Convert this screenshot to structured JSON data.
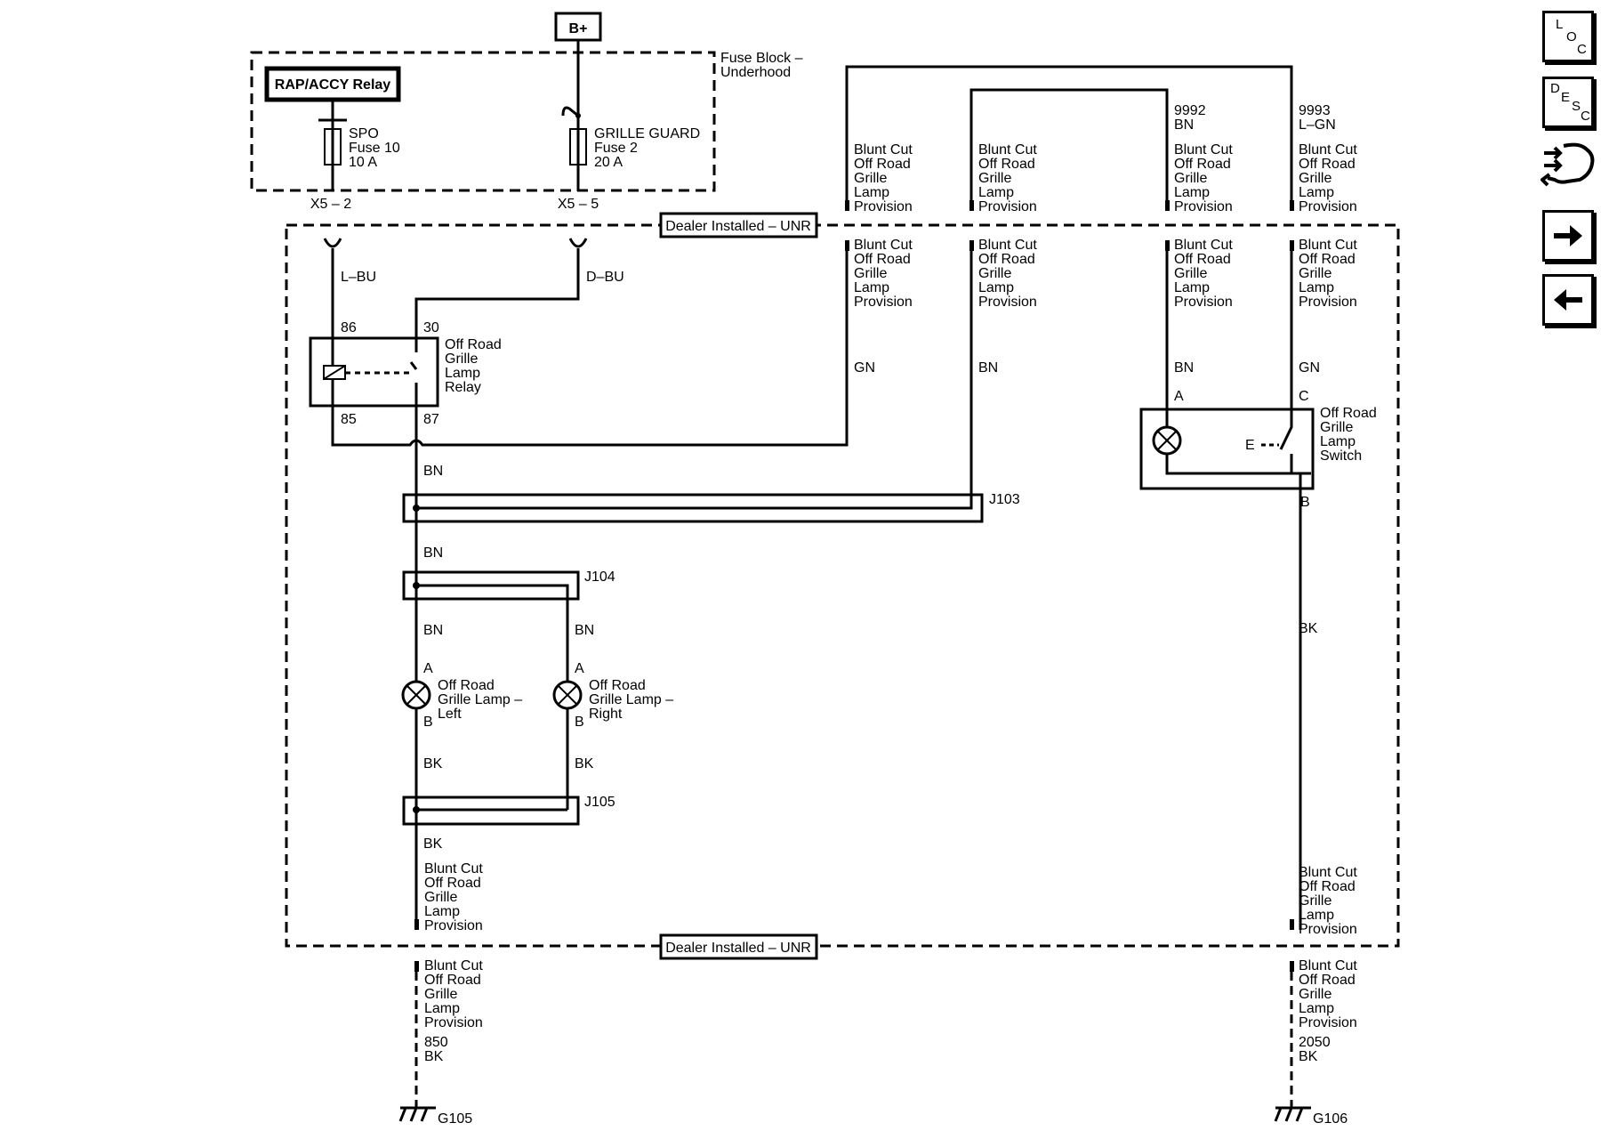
{
  "power": {
    "label": "B+"
  },
  "fuse_block": {
    "line1": "Fuse Block –",
    "line2": "Underhood"
  },
  "relay_rap": {
    "label": "RAP/ACCY Relay"
  },
  "fuse_spo": {
    "l1": "SPO",
    "l2": "Fuse 10",
    "l3": "10 A"
  },
  "fuse_grille": {
    "l1": "GRILLE GUARD",
    "l2": "Fuse 2",
    "l3": "20 A"
  },
  "conn_x5_2": "X5 – 2",
  "conn_x5_5": "X5 – 5",
  "dealer_installed": "Dealer Installed – UNR",
  "blunt_cut": {
    "l1": "Blunt Cut",
    "l2": "Off Road",
    "l3": "Grille",
    "l4": "Lamp",
    "l5": "Provision"
  },
  "circuits": {
    "c9992": "9992",
    "c9993": "9993",
    "c850": "850",
    "c2050": "2050"
  },
  "wire_colors": {
    "lbu": "L–BU",
    "dbu": "D–BU",
    "gn": "GN",
    "bn": "BN",
    "bk": "BK",
    "lgn": "L–GN"
  },
  "relay": {
    "p86": "86",
    "p30": "30",
    "p85": "85",
    "p87": "87",
    "l1": "Off Road",
    "l2": "Grille",
    "l3": "Lamp",
    "l4": "Relay"
  },
  "switch": {
    "pinA": "A",
    "pinB": "B",
    "pinC": "C",
    "l1": "Off Road",
    "l2": "Grille",
    "l3": "Lamp",
    "l4": "Switch"
  },
  "splices": {
    "j103": "J103",
    "j104": "J104",
    "j105": "J105"
  },
  "lamp_left": {
    "pinA": "A",
    "pinB": "B",
    "l1": "Off Road",
    "l2": "Grille Lamp –",
    "l3": "Left"
  },
  "lamp_right": {
    "pinA": "A",
    "pinB": "B",
    "l1": "Off Road",
    "l2": "Grille Lamp –",
    "l3": "Right"
  },
  "grounds": {
    "g105": "G105",
    "g106": "G106"
  },
  "nav": {
    "loc": [
      "L",
      "O",
      "C"
    ],
    "desc": [
      "D",
      "E",
      "S",
      "C"
    ]
  }
}
